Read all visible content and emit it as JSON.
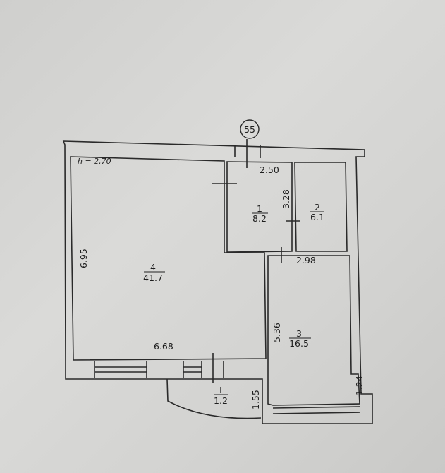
{
  "plan": {
    "axis_marker": "55",
    "ceiling_height": "h = 2,70",
    "dimensions": {
      "room1_width": "2.50",
      "room1_length": "3.28",
      "room3_width": "2.98",
      "room4_length": "6.95",
      "room4_width": "6.68",
      "room3_length": "5.36",
      "balcony_length": "1.55",
      "room3_bay": "1.24"
    },
    "rooms": [
      {
        "number": "1",
        "area": "8.2"
      },
      {
        "number": "2",
        "area": "6.1"
      },
      {
        "number": "3",
        "area": "16.5"
      },
      {
        "number": "4",
        "area": "41.7"
      },
      {
        "number": "I",
        "area": "1.2"
      }
    ]
  }
}
